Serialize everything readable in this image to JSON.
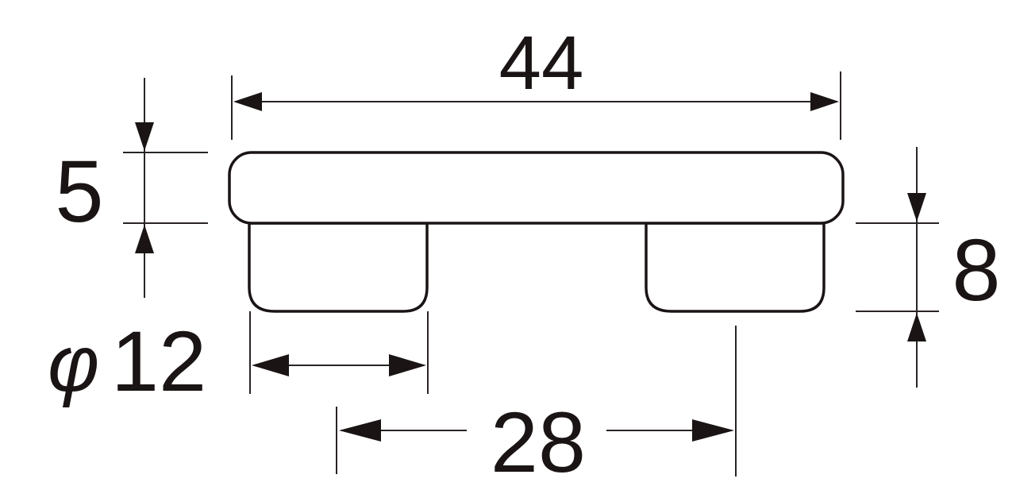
{
  "diagram": {
    "type": "dimension-drawing",
    "subject": "cap with two round legs (side view)",
    "colors": {
      "line": "#1a1414",
      "background": "#ffffff"
    },
    "dimensions": {
      "overall_width": {
        "label": "44",
        "value": 44
      },
      "cap_thickness": {
        "label": "5",
        "value": 5
      },
      "leg_height": {
        "label": "8",
        "value": 8
      },
      "leg_diameter": {
        "label": "φ12",
        "value": 12,
        "prefix": "φ",
        "number": "12"
      },
      "leg_spacing": {
        "label": "28",
        "value": 28
      }
    }
  }
}
